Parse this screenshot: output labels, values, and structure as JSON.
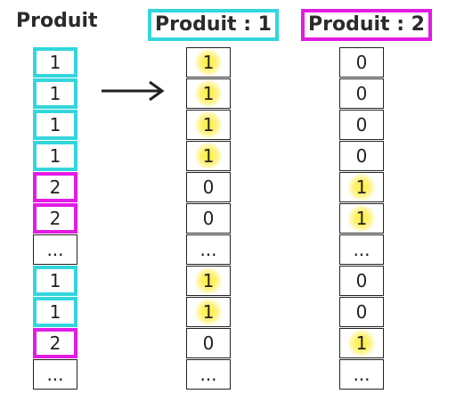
{
  "titles": {
    "source": "Produit",
    "product1": "Produit : 1",
    "product2": "Produit : 2"
  },
  "colors": {
    "product1_highlight": "#33d6dc",
    "product2_highlight": "#e31be3",
    "match_glow": "#fff028"
  },
  "columns": {
    "source": [
      {
        "value": "1",
        "highlight": "cyan"
      },
      {
        "value": "1",
        "highlight": "cyan"
      },
      {
        "value": "1",
        "highlight": "cyan"
      },
      {
        "value": "1",
        "highlight": "cyan"
      },
      {
        "value": "2",
        "highlight": "magenta"
      },
      {
        "value": "2",
        "highlight": "magenta"
      },
      {
        "value": "...",
        "highlight": ""
      },
      {
        "value": "1",
        "highlight": "cyan"
      },
      {
        "value": "1",
        "highlight": "cyan"
      },
      {
        "value": "2",
        "highlight": "magenta"
      },
      {
        "value": "...",
        "highlight": ""
      }
    ],
    "product1": [
      {
        "value": "1",
        "glow": true
      },
      {
        "value": "1",
        "glow": true
      },
      {
        "value": "1",
        "glow": true
      },
      {
        "value": "1",
        "glow": true
      },
      {
        "value": "0",
        "glow": false
      },
      {
        "value": "0",
        "glow": false
      },
      {
        "value": "...",
        "glow": false
      },
      {
        "value": "1",
        "glow": true
      },
      {
        "value": "1",
        "glow": true
      },
      {
        "value": "0",
        "glow": false
      },
      {
        "value": "...",
        "glow": false
      }
    ],
    "product2": [
      {
        "value": "0",
        "glow": false
      },
      {
        "value": "0",
        "glow": false
      },
      {
        "value": "0",
        "glow": false
      },
      {
        "value": "0",
        "glow": false
      },
      {
        "value": "1",
        "glow": true
      },
      {
        "value": "1",
        "glow": true
      },
      {
        "value": "...",
        "glow": false
      },
      {
        "value": "0",
        "glow": false
      },
      {
        "value": "0",
        "glow": false
      },
      {
        "value": "1",
        "glow": true
      },
      {
        "value": "...",
        "glow": false
      }
    ]
  }
}
